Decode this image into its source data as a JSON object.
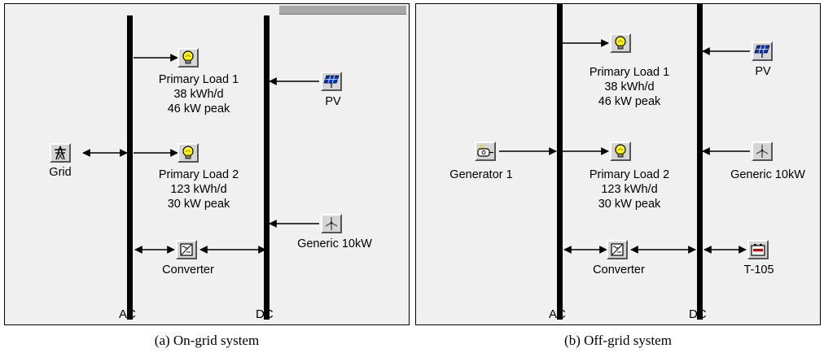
{
  "panels": [
    {
      "caption": "(a) On-grid system",
      "bus_labels": {
        "ac": "AC",
        "dc": "DC"
      },
      "components": {
        "load1": {
          "name": "Primary Load 1",
          "energy": "38 kWh/d",
          "peak": "46 kW peak",
          "icon": "lightbulb-icon"
        },
        "load2": {
          "name": "Primary Load 2",
          "energy": "123 kWh/d",
          "peak": "30 kW peak",
          "icon": "lightbulb-icon"
        },
        "grid": {
          "name": "Grid",
          "icon": "transmission-tower-icon"
        },
        "pv": {
          "name": "PV",
          "icon": "solar-panel-icon"
        },
        "wind": {
          "name": "Generic 10kW",
          "icon": "wind-turbine-icon"
        },
        "converter": {
          "name": "Converter",
          "icon": "converter-icon"
        }
      }
    },
    {
      "caption": "(b) Off-grid system",
      "bus_labels": {
        "ac": "AC",
        "dc": "DC"
      },
      "components": {
        "load1": {
          "name": "Primary Load 1",
          "energy": "38 kWh/d",
          "peak": "46 kW peak",
          "icon": "lightbulb-icon"
        },
        "load2": {
          "name": "Primary Load 2",
          "energy": "123 kWh/d",
          "peak": "30 kW peak",
          "icon": "lightbulb-icon"
        },
        "generator": {
          "name": "Generator 1",
          "icon": "generator-icon"
        },
        "pv": {
          "name": "PV",
          "icon": "solar-panel-icon"
        },
        "wind": {
          "name": "Generic 10kW",
          "icon": "wind-turbine-icon"
        },
        "converter": {
          "name": "Converter",
          "icon": "converter-icon"
        },
        "battery": {
          "name": "T-105",
          "icon": "battery-icon"
        }
      }
    }
  ],
  "colors": {
    "background": "#f0f0f0",
    "bus": "#000000",
    "bulb": "#ffff00",
    "pv": "#0033cc"
  }
}
